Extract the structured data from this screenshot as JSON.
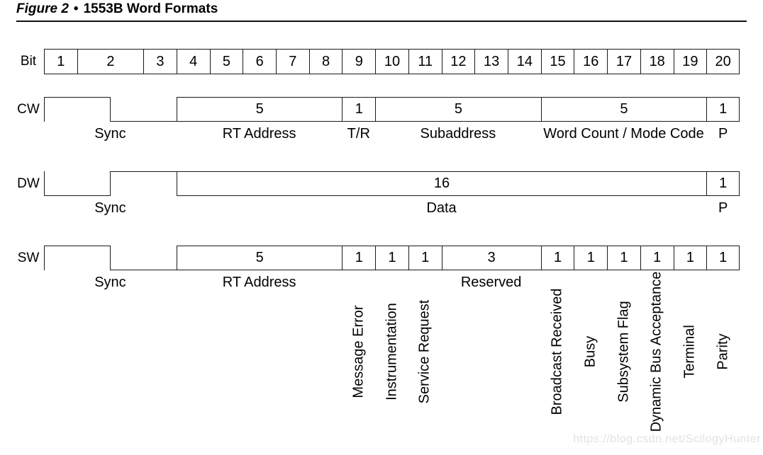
{
  "title": {
    "figure_label": "Figure 2",
    "separator": "•",
    "text": "1553B Word Formats"
  },
  "bit_row": {
    "label": "Bit",
    "cells": [
      {
        "label": "1",
        "units": 1
      },
      {
        "label": "2",
        "units": 2
      },
      {
        "label": "3",
        "units": 1
      },
      {
        "label": "4",
        "units": 1
      },
      {
        "label": "5",
        "units": 1
      },
      {
        "label": "6",
        "units": 1
      },
      {
        "label": "7",
        "units": 1
      },
      {
        "label": "8",
        "units": 1
      },
      {
        "label": "9",
        "units": 1
      },
      {
        "label": "10",
        "units": 1
      },
      {
        "label": "11",
        "units": 1
      },
      {
        "label": "12",
        "units": 1
      },
      {
        "label": "13",
        "units": 1
      },
      {
        "label": "14",
        "units": 1
      },
      {
        "label": "15",
        "units": 1
      },
      {
        "label": "16",
        "units": 1
      },
      {
        "label": "17",
        "units": 1
      },
      {
        "label": "18",
        "units": 1
      },
      {
        "label": "19",
        "units": 1
      },
      {
        "label": "20",
        "units": 1
      }
    ]
  },
  "words": [
    {
      "id": "cw",
      "label": "CW",
      "sync": {
        "label": "Sync",
        "shape": "high-low",
        "units": 4
      },
      "fields": [
        {
          "value": "5",
          "label": "RT Address",
          "units": 5
        },
        {
          "value": "1",
          "label": "T/R",
          "units": 1
        },
        {
          "value": "5",
          "label": "Subaddress",
          "units": 5
        },
        {
          "value": "5",
          "label": "Word Count / Mode Code",
          "units": 5
        },
        {
          "value": "1",
          "label": "P",
          "units": 1
        }
      ]
    },
    {
      "id": "dw",
      "label": "DW",
      "sync": {
        "label": "Sync",
        "shape": "low-high",
        "units": 4
      },
      "fields": [
        {
          "value": "16",
          "label": "Data",
          "units": 16
        },
        {
          "value": "1",
          "label": "P",
          "units": 1
        }
      ]
    },
    {
      "id": "sw",
      "label": "SW",
      "sync": {
        "label": "Sync",
        "shape": "high-low",
        "units": 4
      },
      "fields": [
        {
          "value": "5",
          "label": "RT Address",
          "units": 5
        },
        {
          "value": "1",
          "vertical_label": "Message Error",
          "units": 1
        },
        {
          "value": "1",
          "vertical_label": "Instrumentation",
          "units": 1
        },
        {
          "value": "1",
          "vertical_label": "Service Request",
          "units": 1
        },
        {
          "value": "3",
          "label": "Reserved",
          "units": 3
        },
        {
          "value": "1",
          "vertical_label": "Broadcast Received",
          "units": 1
        },
        {
          "value": "1",
          "vertical_label": "Busy",
          "units": 1
        },
        {
          "value": "1",
          "vertical_label": "Subsystem Flag",
          "units": 1
        },
        {
          "value": "1",
          "vertical_label": "Dynamic Bus Acceptance",
          "units": 1
        },
        {
          "value": "1",
          "vertical_label": "Terminal",
          "units": 1
        },
        {
          "value": "1",
          "vertical_label": "Parity",
          "units": 1
        }
      ]
    }
  ],
  "watermark": "https://blog.csdn.net/ScilogyHunter",
  "colors": {
    "line": "#1a1a1a",
    "text": "#000000",
    "watermark": "#e2e2e6",
    "background": "#ffffff"
  }
}
